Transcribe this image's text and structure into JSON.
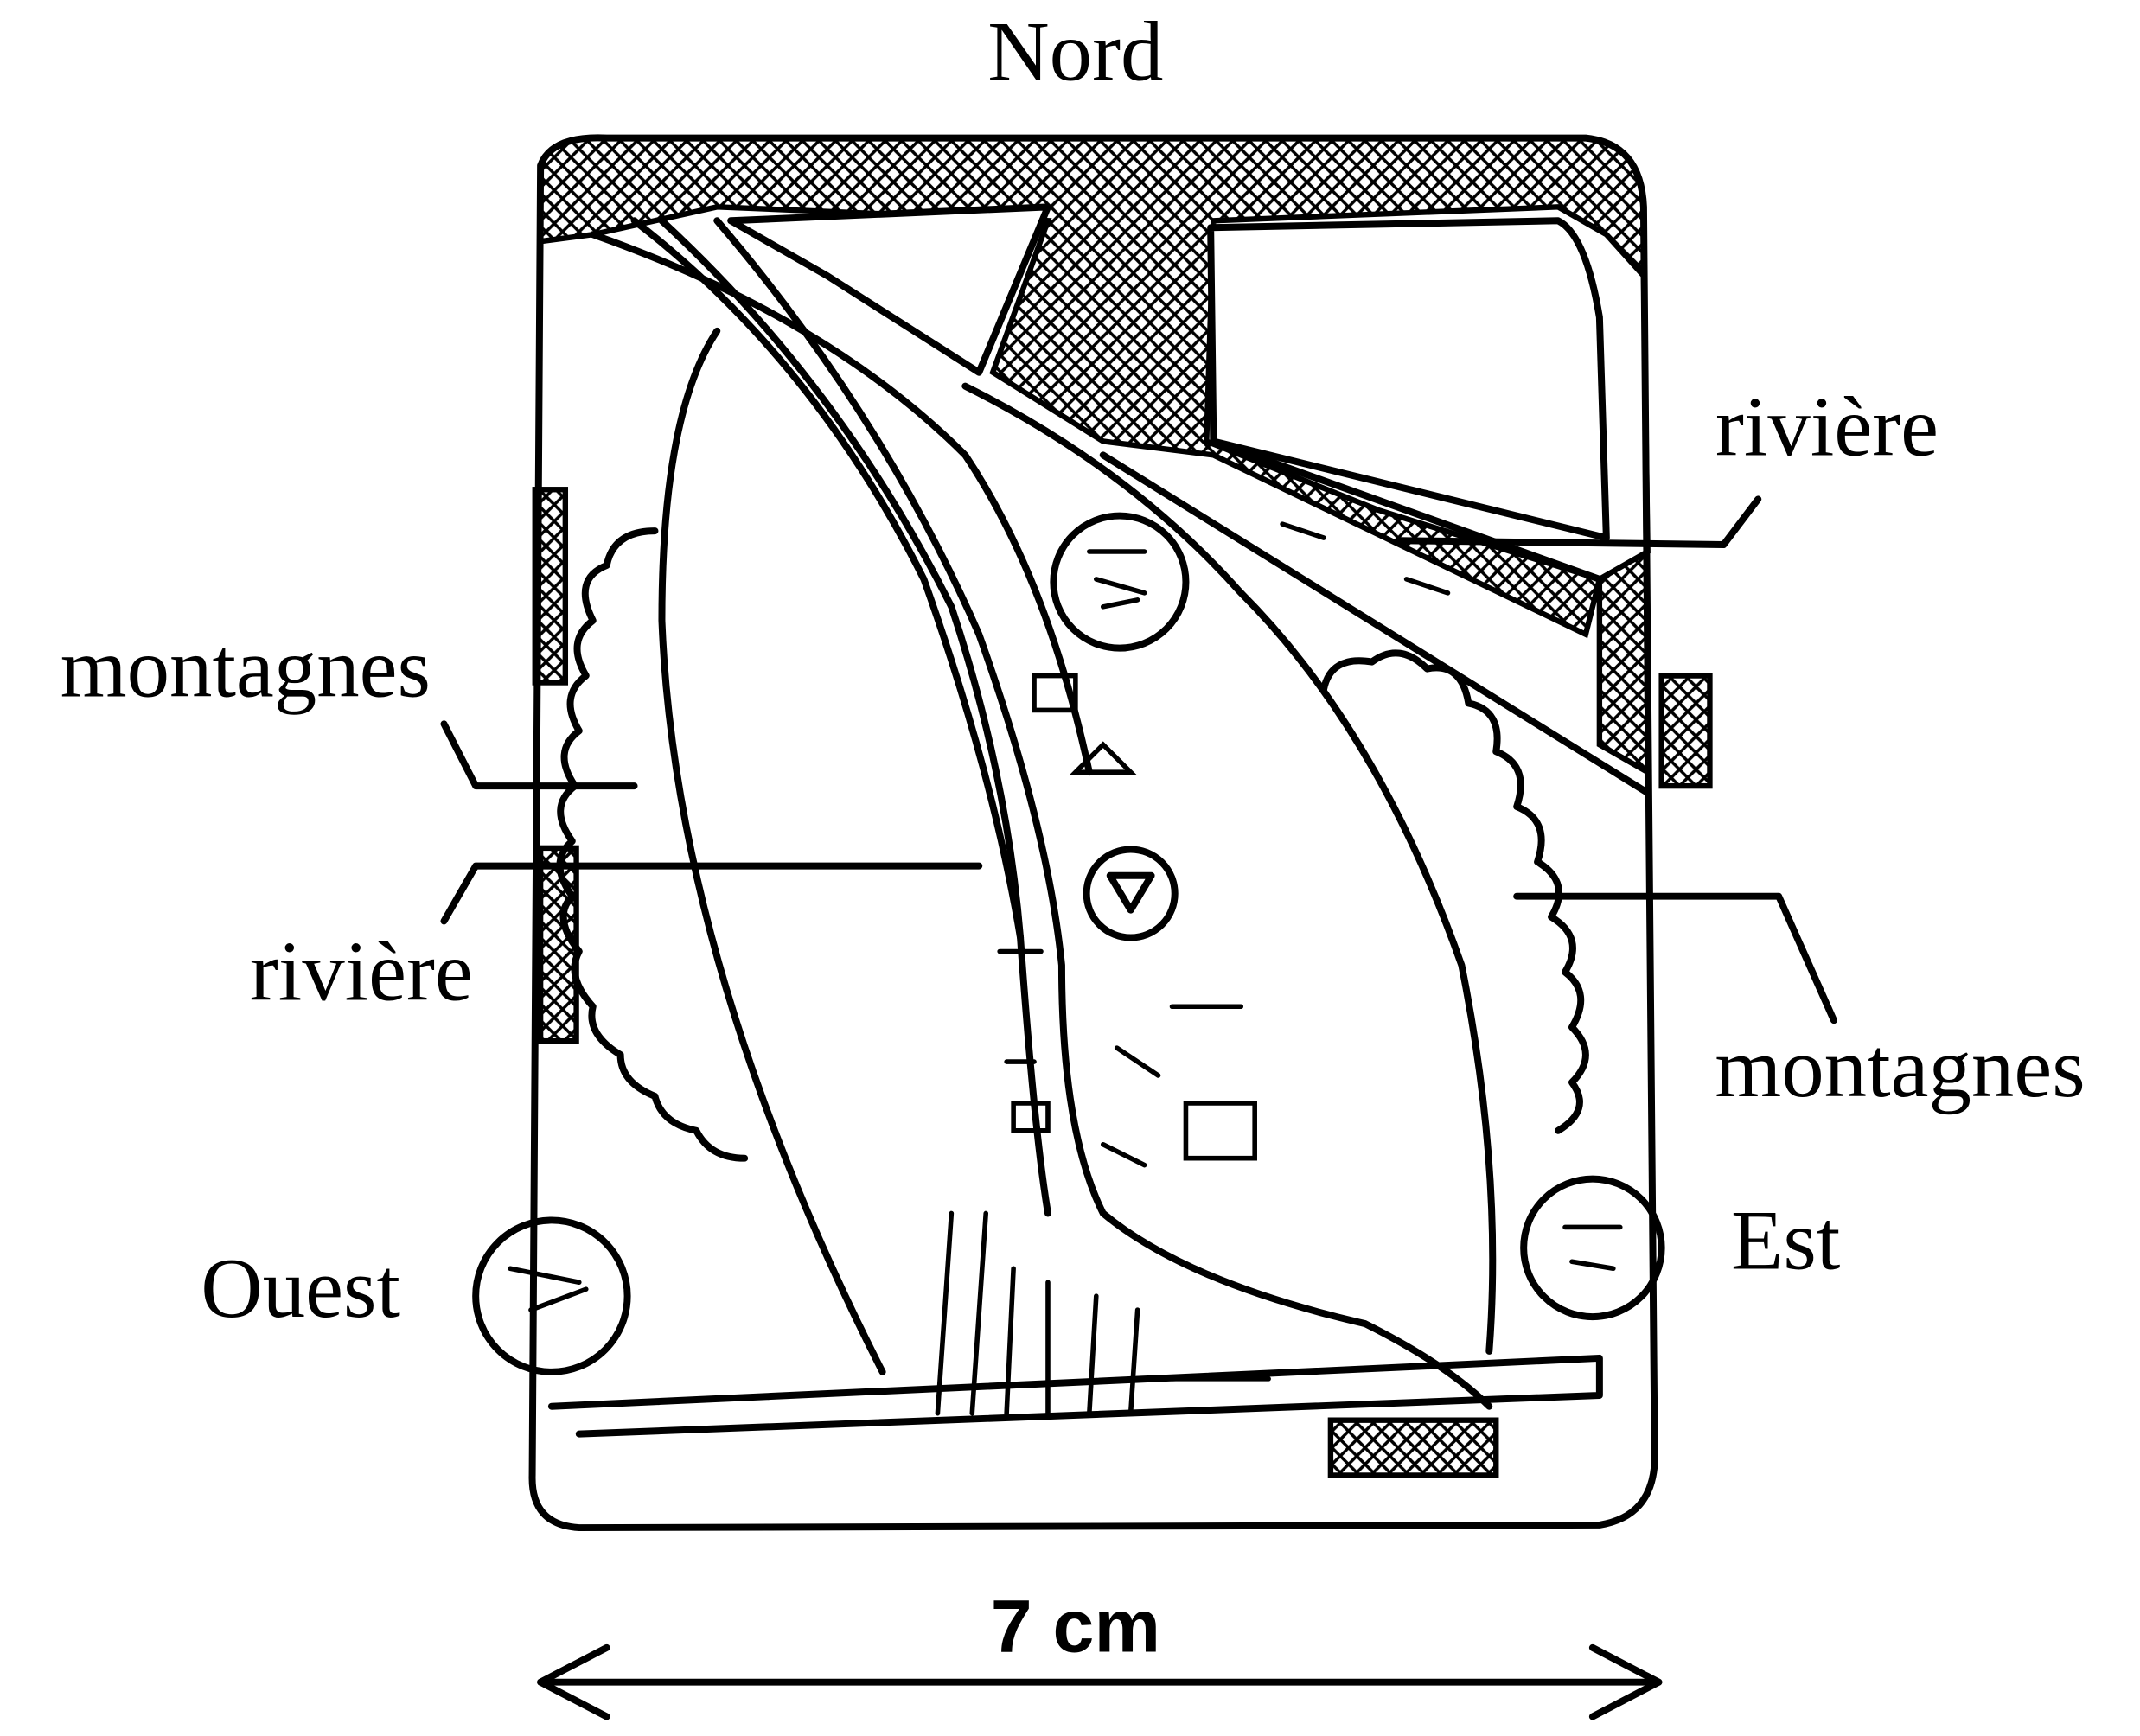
{
  "labels": {
    "north": "Nord",
    "river_right": "rivière",
    "mountains_left": "montagnes",
    "river_left": "rivière",
    "mountains_right": "montagnes",
    "west": "Ouest",
    "east": "Est"
  },
  "scale": {
    "label": "7 cm"
  }
}
